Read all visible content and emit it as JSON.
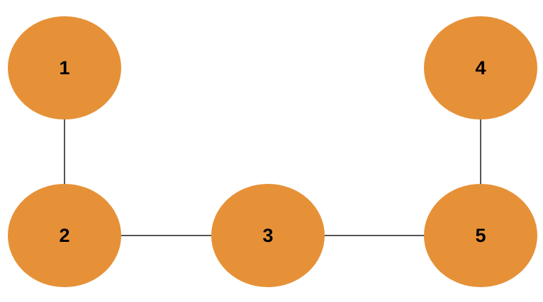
{
  "diagram": {
    "node_color": "#E69138",
    "edge_color": "#555555",
    "label_color": "#000000",
    "nodes": [
      {
        "id": "1",
        "label": "1"
      },
      {
        "id": "2",
        "label": "2"
      },
      {
        "id": "3",
        "label": "3"
      },
      {
        "id": "4",
        "label": "4"
      },
      {
        "id": "5",
        "label": "5"
      }
    ],
    "edges": [
      {
        "from": "1",
        "to": "2"
      },
      {
        "from": "2",
        "to": "3"
      },
      {
        "from": "3",
        "to": "5"
      },
      {
        "from": "4",
        "to": "5"
      }
    ]
  }
}
